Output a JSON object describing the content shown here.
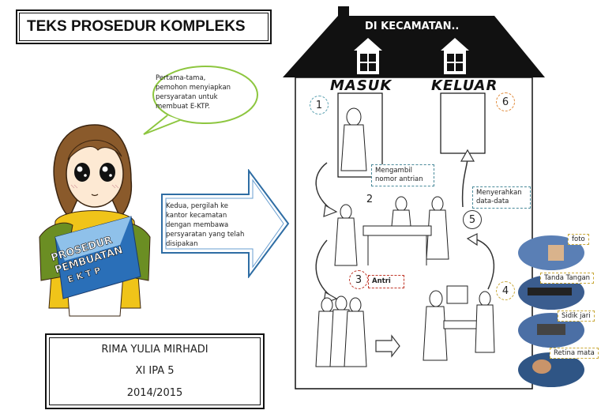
{
  "title": "TEKS PROSEDUR KOMPLEKS",
  "bubble_1": [
    "Pertama-tama,",
    "pemohon menyiapkan",
    "persyaratan untuk",
    "membuat E-KTP."
  ],
  "arrow_text": [
    "Kedua, pergilah ke",
    "kantor kecamatan",
    "dengan membawa",
    "persyaratan yang telah",
    "disipakan"
  ],
  "booklet": {
    "line1": "PROSEDUR",
    "line2": "PEMBUATAN",
    "line3": "E K T P"
  },
  "author": {
    "name": "RIMA YULIA MIRHADI",
    "class": "XI IPA 5",
    "year": "2014/2015"
  },
  "building": {
    "roof_label": "DI KECAMATAN..",
    "entry_label": "MASUK",
    "exit_label": "KELUAR"
  },
  "steps": [
    {
      "number": "1"
    },
    {
      "number": "2",
      "label": [
        "Mengambil",
        "nomor antrian"
      ]
    },
    {
      "number": "3",
      "label": [
        "Antri"
      ]
    },
    {
      "number": "4"
    },
    {
      "number": "5",
      "label": [
        "Menyerahkan",
        "data-data"
      ]
    },
    {
      "number": "6"
    }
  ],
  "photos": [
    "foto",
    "Tanda Tangan",
    "Sidik jari",
    "Retina mata"
  ],
  "colors": {
    "roof": "#111111",
    "step2_border": "#4a8a9a",
    "step3_border": "#c0392b",
    "photo_border": "#c9a93a",
    "bubble_border": "#8dc63f",
    "arrow_border": "#2e6da4"
  }
}
